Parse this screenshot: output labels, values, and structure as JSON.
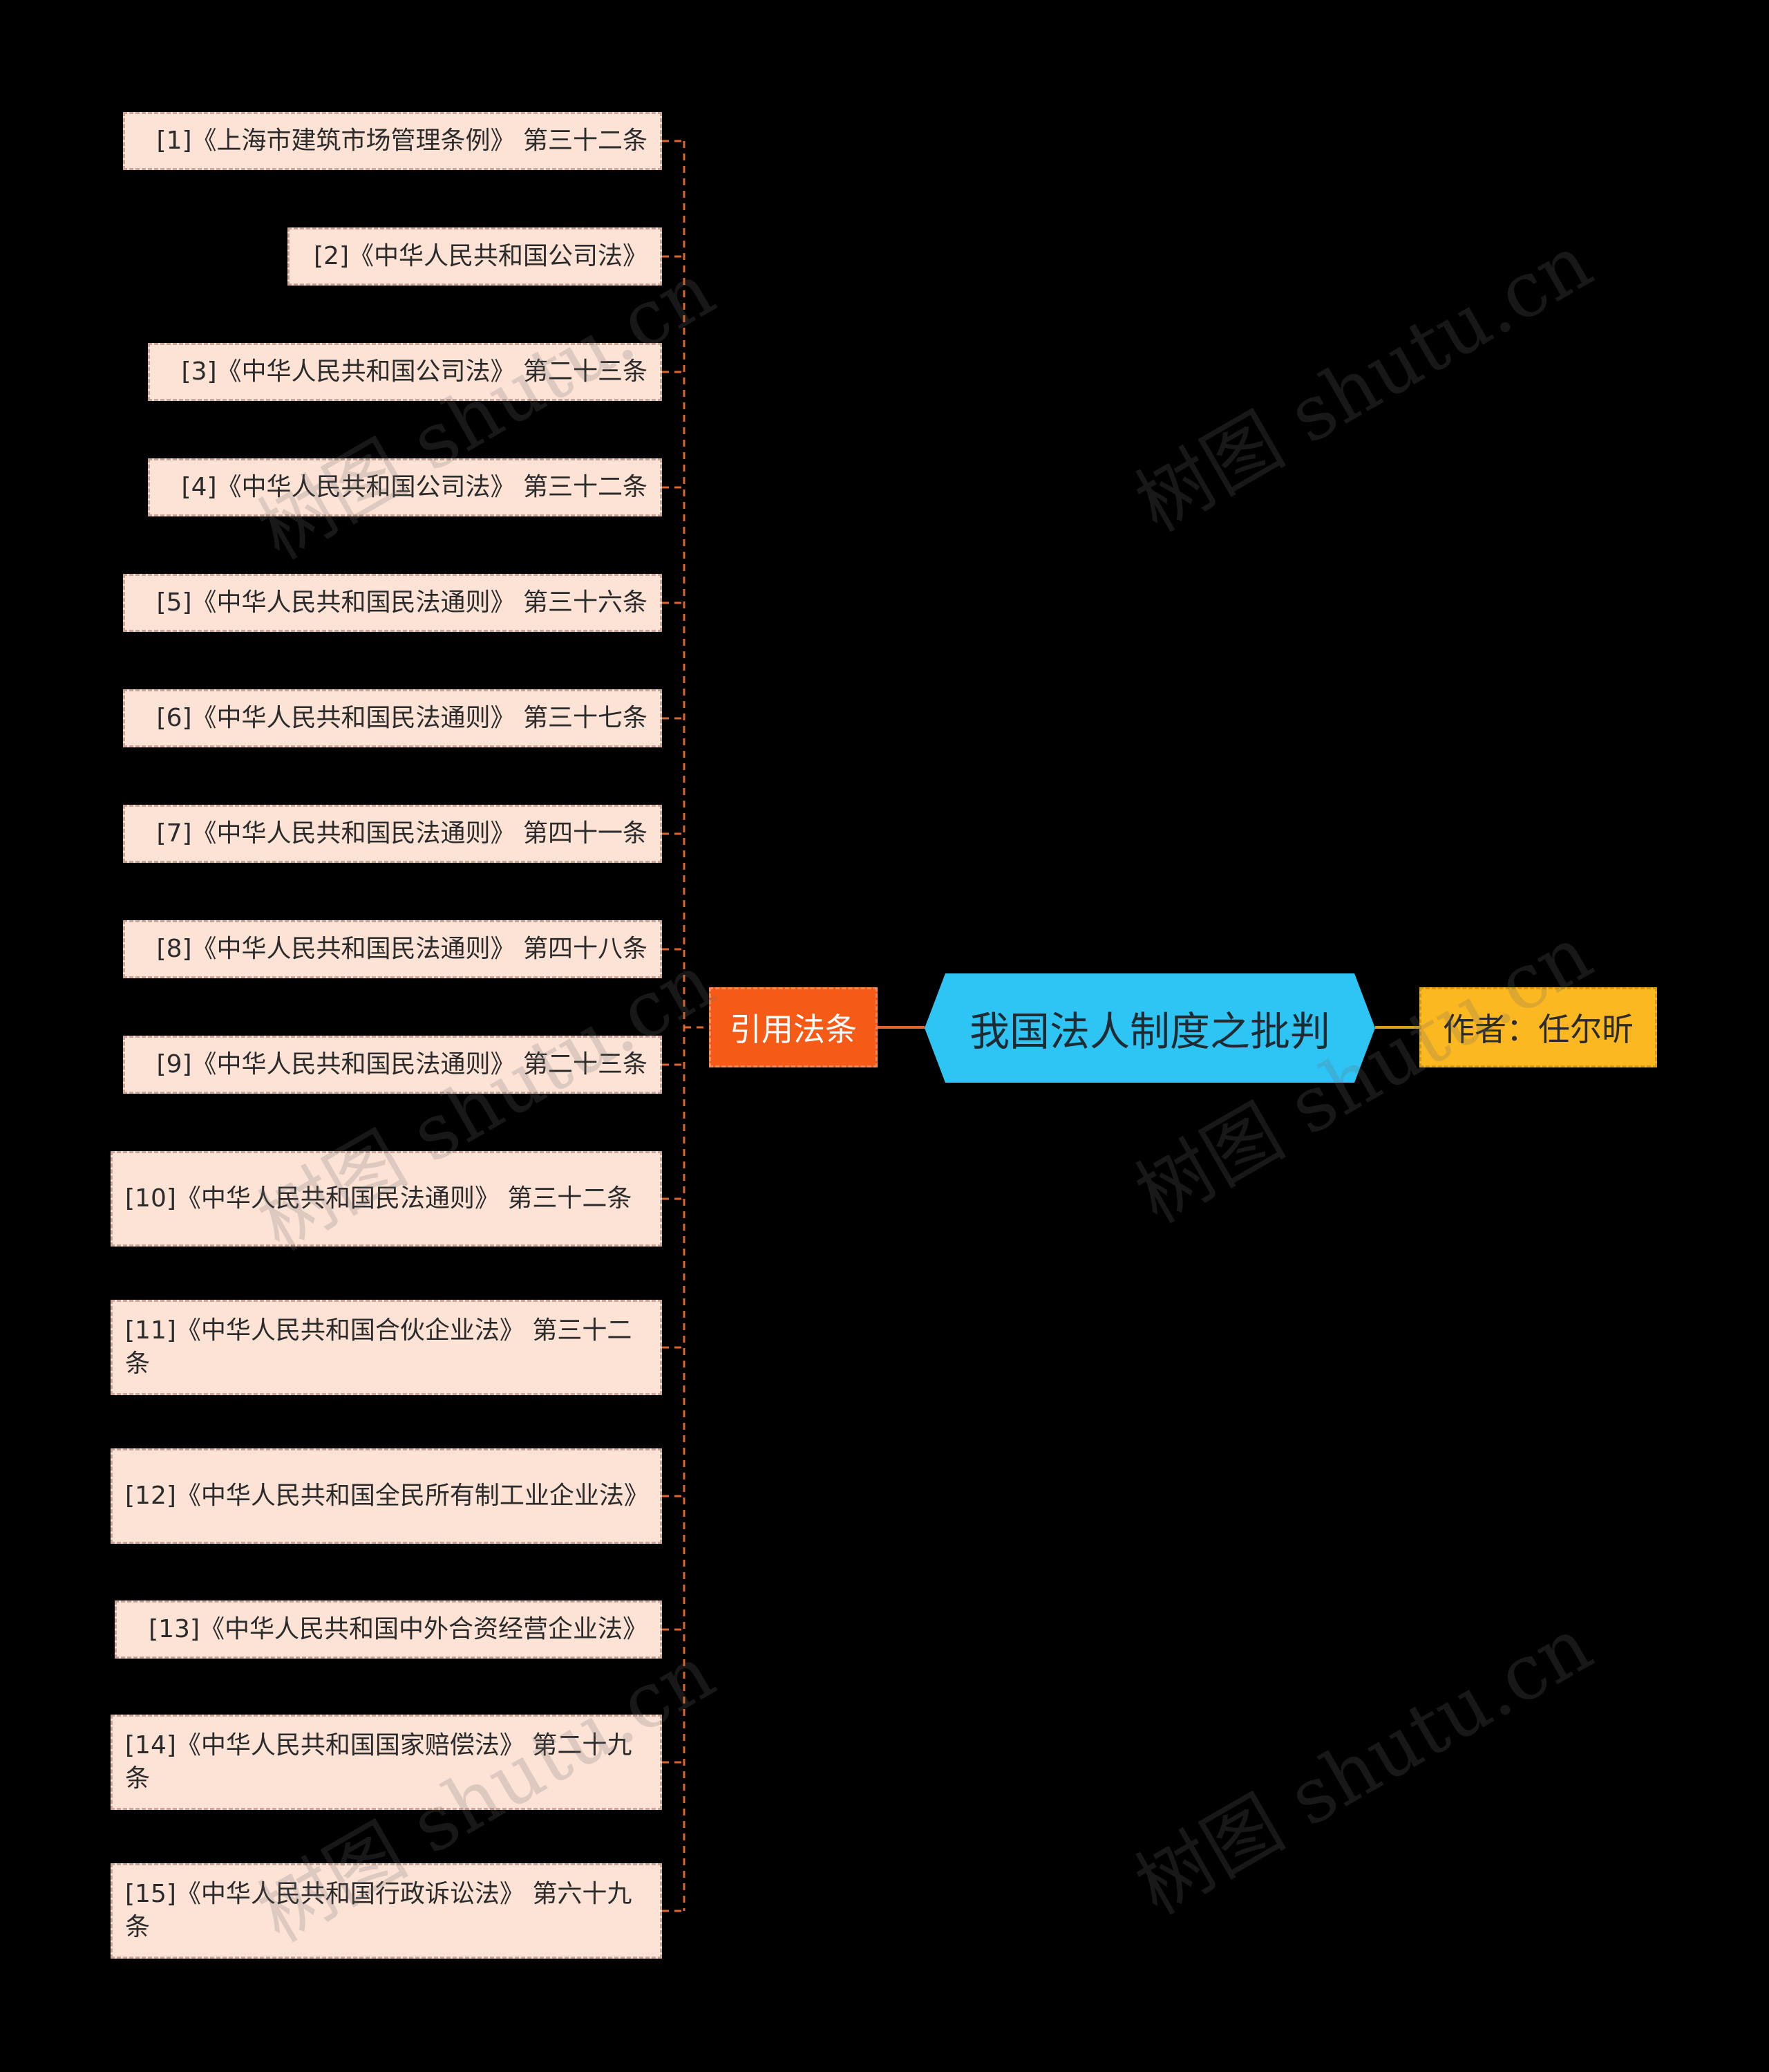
{
  "root": {
    "label": "我国法人制度之批判",
    "fill": "#2ec5f5"
  },
  "author": {
    "label": "作者：任尔昕",
    "fill": "#fbb820"
  },
  "branch": {
    "label": "引用法条",
    "fill": "#f55a16"
  },
  "leaves": [
    "[1]《上海市建筑市场管理条例》 第三十二条",
    "[2]《中华人民共和国公司法》",
    "[3]《中华人民共和国公司法》 第二十三条",
    "[4]《中华人民共和国公司法》 第三十二条",
    "[5]《中华人民共和国民法通则》 第三十六条",
    "[6]《中华人民共和国民法通则》 第三十七条",
    "[7]《中华人民共和国民法通则》 第四十一条",
    "[8]《中华人民共和国民法通则》 第四十八条",
    "[9]《中华人民共和国民法通则》 第二十三条",
    "[10]《中华人民共和国民法通则》 第三十二条",
    "[11]《中华人民共和国合伙企业法》 第三十二条",
    "[12]《中华人民共和国全民所有制工业企业法》",
    "[13]《中华人民共和国中外合资经营企业法》",
    "[14]《中华人民共和国国家赔偿法》 第二十九条",
    "[15]《中华人民共和国行政诉讼法》 第六十九条"
  ],
  "watermark": "树图 shutu.cn",
  "colors": {
    "background": "#000000",
    "leaf_fill": "#fde3d6",
    "connector": "#e0652a",
    "author_connector": "#d9a21a"
  }
}
